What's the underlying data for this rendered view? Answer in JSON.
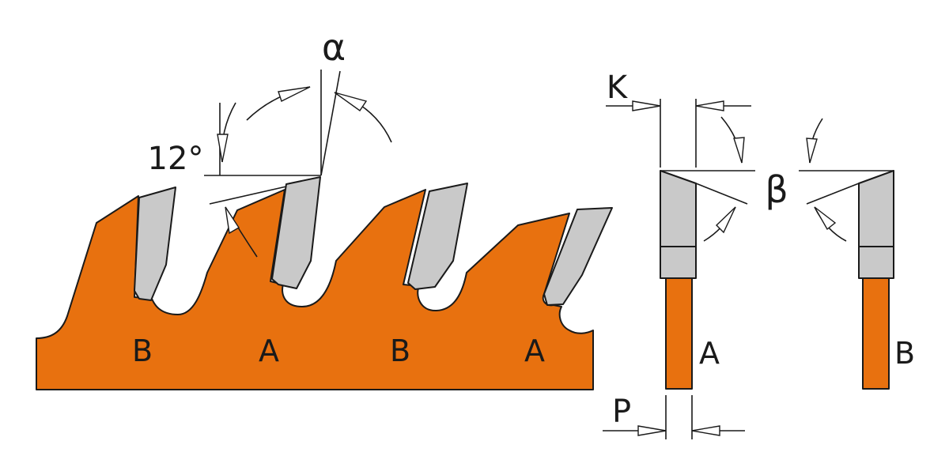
{
  "labels": {
    "alpha": "α",
    "beta": "β",
    "angle": "12°",
    "k": "K",
    "p": "P",
    "tooth_types": [
      "B",
      "A",
      "B",
      "A"
    ],
    "profile_a": "A",
    "profile_b": "B"
  },
  "colors": {
    "blade_body": "#e8710f",
    "carbide_tip": "#c9c9c9",
    "outline": "#1a1a1a"
  }
}
